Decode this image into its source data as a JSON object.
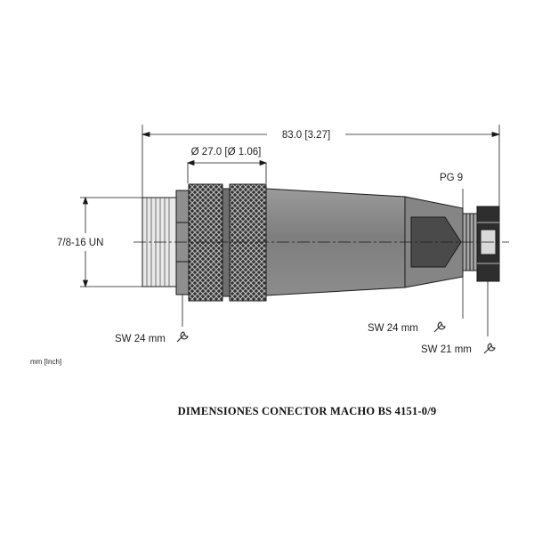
{
  "dimensions": {
    "overall_length": "83.0 [3.27]",
    "diameter": "Ø 27.0 [Ø 1.06]",
    "thread": "7/8-16 UN",
    "cable_gland": "PG 9",
    "wrench_coupling": "SW 24 mm",
    "wrench_body": "SW 24 mm",
    "wrench_gland": "SW 21 mm"
  },
  "units_note": "mm [Inch]",
  "title": "DIMENSIONES CONECTOR MACHO BS 4151-0/9",
  "colors": {
    "body_fill": "#8a8a8a",
    "knurl_fill": "#2b2b2b",
    "line": "#1a1a1a",
    "text": "#222222"
  },
  "icons": [
    "wrench-icon"
  ]
}
